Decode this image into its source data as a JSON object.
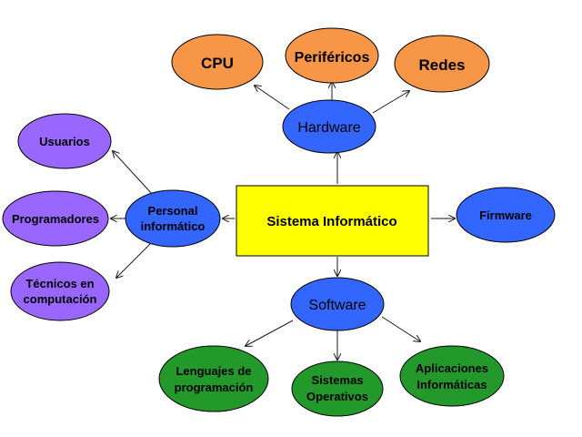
{
  "center": {
    "label": "Sistema Informático",
    "fill": "#ffff00"
  },
  "colors": {
    "hardware_group": "#f79646",
    "blue_node": "#3366ff",
    "personnel_group": "#9966ff",
    "software_group": "#22992a",
    "outline": "#000000"
  },
  "nodes": {
    "hardware": {
      "label": "Hardware"
    },
    "cpu": {
      "label": "CPU"
    },
    "perifericos": {
      "label": "Periféricos"
    },
    "redes": {
      "label": "Redes"
    },
    "personal": {
      "line1": "Personal",
      "line2": "informático"
    },
    "usuarios": {
      "label": "Usuarios"
    },
    "programadores": {
      "label": "Programadores"
    },
    "tecnicos": {
      "line1": "Técnicos en",
      "line2": "computación"
    },
    "firmware": {
      "label": "Firmware"
    },
    "software": {
      "label": "Software"
    },
    "lenguajes": {
      "line1": "Lenguajes de",
      "line2": "programación"
    },
    "sistemas": {
      "line1": "Sistemas",
      "line2": "Operativos"
    },
    "aplicaciones": {
      "line1": "Aplicaciones",
      "line2": "Informáticas"
    }
  }
}
